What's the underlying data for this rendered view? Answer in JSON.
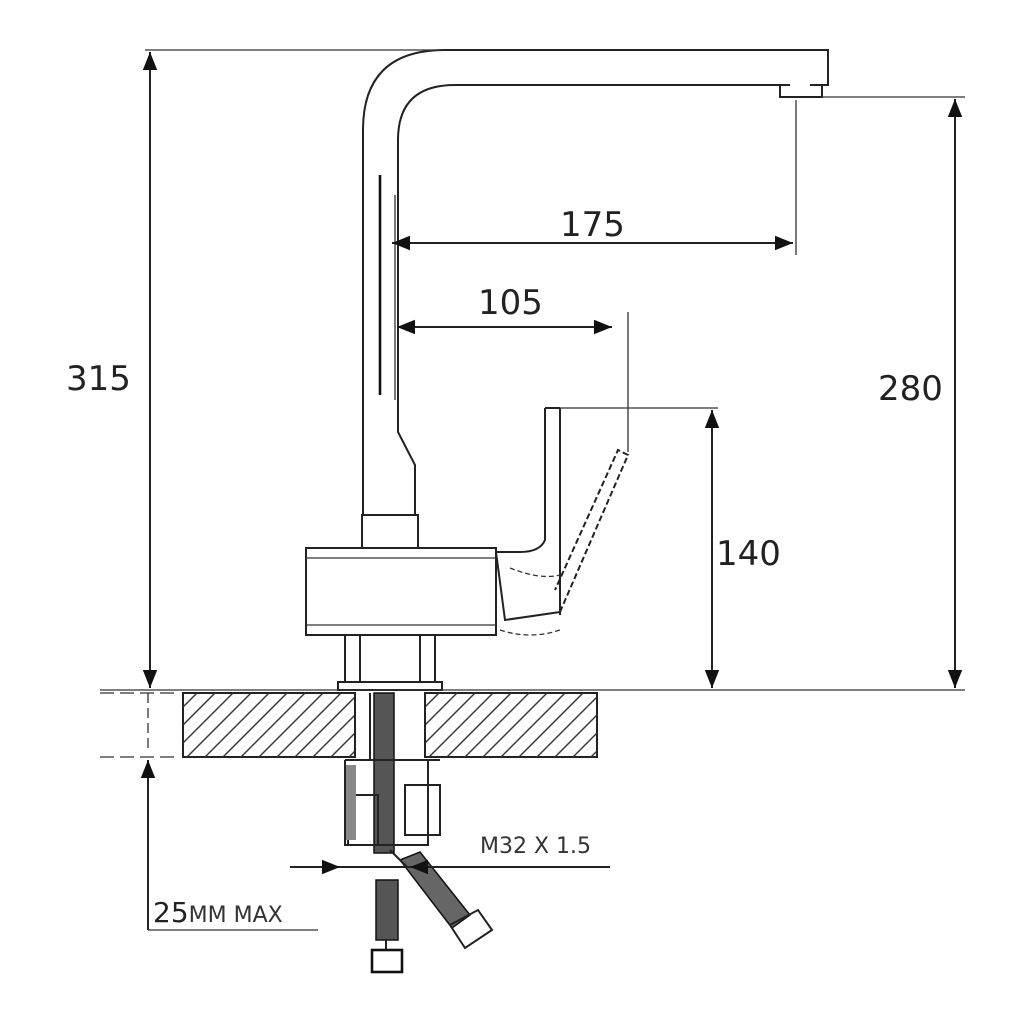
{
  "title": "Kitchen faucet dimension drawing",
  "dimensions": {
    "overall_height": "315",
    "spout_height": "280",
    "spout_reach": "175",
    "handle_reach": "105",
    "handle_height": "140"
  },
  "notes": {
    "thread": "M32 X 1.5",
    "max_thickness_number": "25",
    "max_thickness_unit": "MM MAX"
  },
  "colors": {
    "line": "#222222",
    "background": "#ffffff"
  }
}
